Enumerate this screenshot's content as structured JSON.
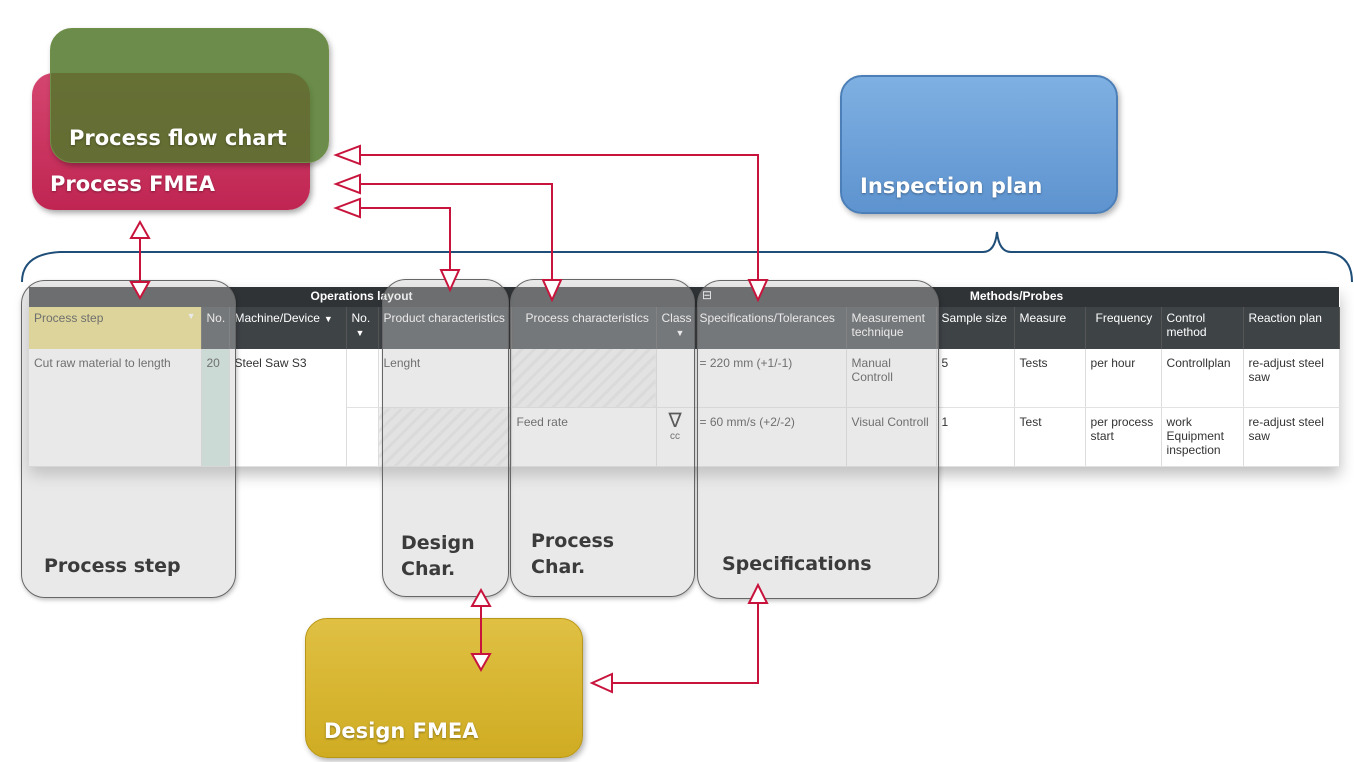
{
  "boxes": {
    "process_fmea": "Process FMEA",
    "process_flow_chart": "Process flow chart",
    "inspection_plan": "Inspection plan",
    "design_fmea": "Design FMEA"
  },
  "table": {
    "groups": {
      "operations_layout": "Operations layout",
      "methods_probes": "Methods/Probes",
      "collapse_icon": "⊟"
    },
    "headers": {
      "process_step": "Process step",
      "no": "No.",
      "machine_device": "Machine/Device",
      "no2": "No.",
      "product_characteristics": "Product characteristics",
      "process_characteristics": "Process characteristics",
      "class": "Class",
      "specifications": "Specifications/Tolerances",
      "measurement_technique": "Measurement technique",
      "sample_size": "Sample size",
      "measure": "Measure",
      "frequency": "Frequency",
      "control_method": "Control method",
      "reaction_plan": "Reaction plan"
    },
    "row1": {
      "process_step": "Cut raw material to length",
      "no": "20",
      "machine": "Steel Saw S3",
      "product_char": "Lenght",
      "spec": "= 220 mm (+1/-1)",
      "technique": "Manual Controll",
      "sample": "5",
      "measure": "Tests",
      "frequency": "per hour",
      "control": "Controllplan",
      "reaction": "re-adjust steel saw"
    },
    "row2": {
      "process_char": "Feed rate",
      "class_symbol": "∇",
      "class_code": "cc",
      "spec": "= 60 mm/s (+2/-2)",
      "technique": "Visual Controll",
      "sample": "1",
      "measure": "Test",
      "frequency": "per process start",
      "control": "work Equipment inspection",
      "reaction": "re-adjust steel saw"
    }
  },
  "overlays": {
    "process_step": "Process step",
    "design_char": "Design Char.",
    "process_char": "Process Char.",
    "specifications": "Specifications"
  },
  "colors": {
    "arrow": "#c8143c",
    "process_fmea": "#c8305c",
    "flow_chart": "#52782c",
    "inspection": "#6a9fd8",
    "design_fmea": "#d4b52f"
  }
}
